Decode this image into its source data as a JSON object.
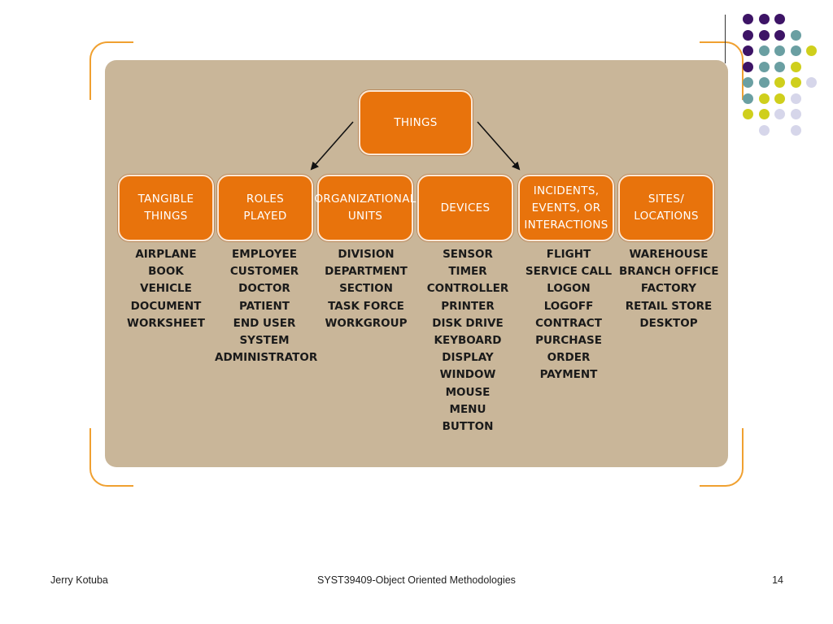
{
  "diagram": {
    "root": "THINGS",
    "categories": [
      {
        "label": "TANGIBLE\nTHINGS",
        "items": [
          "AIRPLANE",
          "BOOK",
          "VEHICLE",
          "DOCUMENT",
          "WORKSHEET"
        ]
      },
      {
        "label": "ROLES\nPLAYED",
        "items": [
          "EMPLOYEE",
          "CUSTOMER",
          "DOCTOR",
          "PATIENT",
          "END USER",
          "SYSTEM",
          "ADMINISTRATOR"
        ]
      },
      {
        "label": "ORGANIZATIONAL\nUNITS",
        "items": [
          "DIVISION",
          "DEPARTMENT",
          "SECTION",
          "TASK FORCE",
          "WORKGROUP"
        ]
      },
      {
        "label": "DEVICES",
        "items": [
          "SENSOR",
          "TIMER",
          "CONTROLLER",
          "PRINTER",
          "DISK DRIVE",
          "KEYBOARD",
          "DISPLAY",
          "WINDOW",
          "MOUSE",
          "MENU",
          "BUTTON"
        ]
      },
      {
        "label": "INCIDENTS,\nEVENTS, OR\nINTERACTIONS",
        "items": [
          "FLIGHT",
          "SERVICE CALL",
          "LOGON",
          "LOGOFF",
          "CONTRACT",
          "PURCHASE",
          "ORDER",
          "PAYMENT"
        ]
      },
      {
        "label": "SITES/\nLOCATIONS",
        "items": [
          "WAREHOUSE",
          "BRANCH OFFICE",
          "FACTORY",
          "RETAIL STORE",
          "DESKTOP"
        ]
      }
    ]
  },
  "footer": {
    "author": "Jerry Kotuba",
    "course": "SYST39409-Object Oriented Methodologies",
    "page_number": "14"
  },
  "colors": {
    "box_fill": "#e8730c",
    "panel": "#c9b699",
    "bracket": "#f0a030",
    "dot_purple": "#3d1466",
    "dot_teal": "#6a9fa2",
    "dot_yellow": "#cfcf1c",
    "dot_lavender": "#d6d6ea"
  },
  "decoration": {
    "dot_grid": [
      [
        "purple",
        "purple",
        "purple",
        null
      ],
      [
        "purple",
        "purple",
        "purple",
        "teal"
      ],
      [
        "purple",
        "teal",
        "teal",
        "teal",
        "yellow"
      ],
      [
        "purple",
        "teal",
        "teal",
        "yellow"
      ],
      [
        "teal",
        "teal",
        "yellow",
        "yellow",
        "lavender"
      ],
      [
        "teal",
        "yellow",
        "yellow",
        "lavender"
      ],
      [
        "yellow",
        "yellow",
        "lavender",
        "lavender"
      ],
      [
        null,
        "lavender",
        null,
        "lavender"
      ]
    ]
  }
}
